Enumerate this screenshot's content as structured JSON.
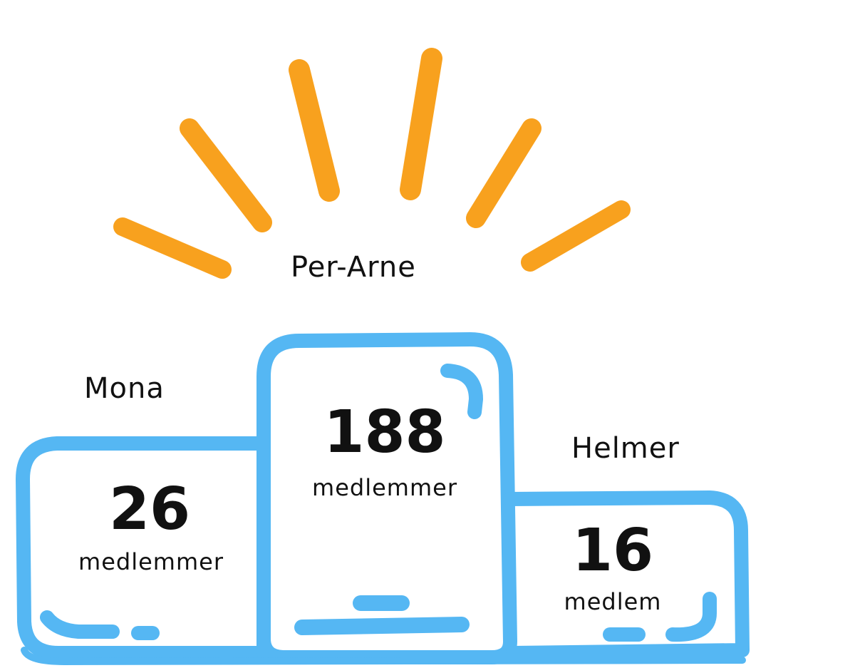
{
  "colors": {
    "podium_outline": "#55B7F3",
    "rays": "#F8A11E",
    "text": "#111111",
    "background": "#FFFFFF"
  },
  "icons": {
    "rays": "sunburst-rays-icon"
  },
  "podium": {
    "first": {
      "name": "Per-Arne",
      "count": "188",
      "unit": "medlemmer"
    },
    "second": {
      "name": "Mona",
      "count": "26",
      "unit": "medlemmer"
    },
    "third": {
      "name": "Helmer",
      "count": "16",
      "unit": "medlem"
    }
  }
}
